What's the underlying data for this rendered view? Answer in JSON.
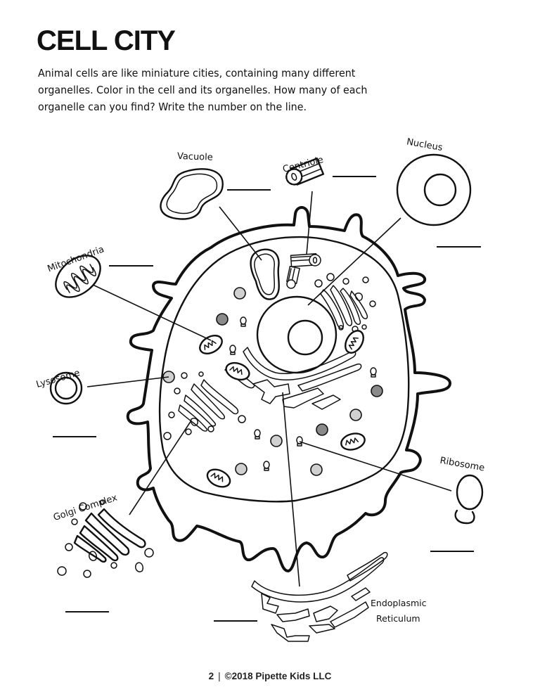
{
  "page": {
    "title": "CELL CITY",
    "intro_lines": [
      "Animal cells are like miniature cities, containing many different",
      "organelles. Color in the cell and its organelles. How many of each",
      "organelle can you find? Write the number on the line."
    ]
  },
  "organelles": [
    {
      "id": "vacuole",
      "label": "Vacuole",
      "answer": ""
    },
    {
      "id": "centriole",
      "label": "Centriole",
      "answer": ""
    },
    {
      "id": "nucleus",
      "label": "Nucleus",
      "answer": ""
    },
    {
      "id": "mitochondria",
      "label": "Mitochondria",
      "answer": ""
    },
    {
      "id": "lysosome",
      "label": "Lysosome",
      "answer": ""
    },
    {
      "id": "golgi",
      "label": "Golgi Complex",
      "answer": ""
    },
    {
      "id": "ribosome",
      "label": "Ribosome",
      "answer": ""
    },
    {
      "id": "er",
      "label_line1": "Endoplasmic",
      "label_line2": "Reticulum",
      "answer": ""
    }
  ],
  "colors": {
    "ink": "#111111",
    "lysosome_fill": "#d0d0d0",
    "lysosome_dark_fill": "#8a8a8a",
    "background": "#ffffff"
  },
  "footer": {
    "page_number": "2",
    "separator": "|",
    "copyright": "©2018 Pipette Kids LLC"
  }
}
